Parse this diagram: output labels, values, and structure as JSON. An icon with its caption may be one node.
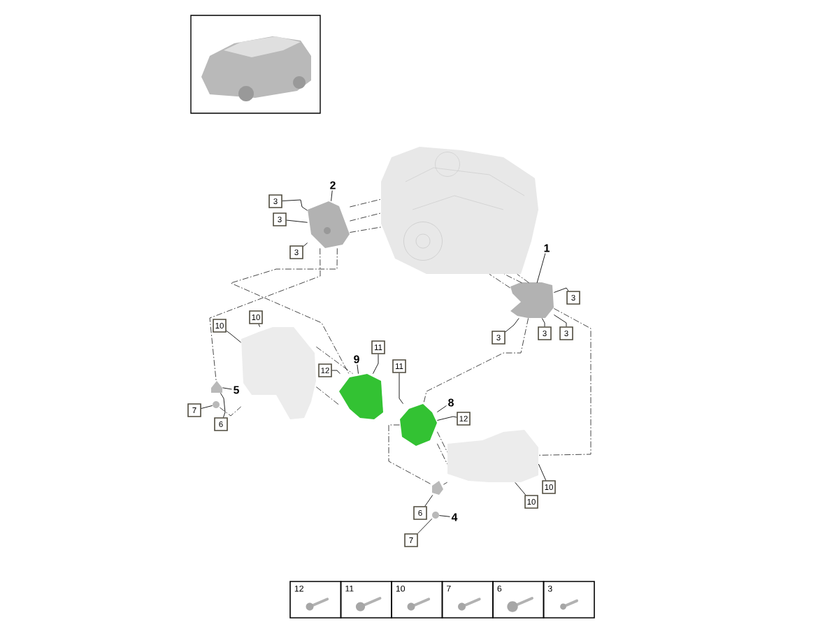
{
  "diagram": {
    "nodes": [
      {
        "text": [
          "2"
        ]
      },
      {
        "text": [
          "3"
        ]
      },
      {
        "text": [
          "3"
        ]
      },
      {
        "text": [
          "3"
        ]
      },
      {
        "text": [
          "1"
        ]
      },
      {
        "text": [
          "3"
        ]
      },
      {
        "text": [
          "3"
        ]
      },
      {
        "text": [
          "3"
        ]
      },
      {
        "text": [
          "3"
        ]
      },
      {
        "text": [
          "10"
        ]
      },
      {
        "text": [
          "10"
        ]
      },
      {
        "text": [
          "9"
        ]
      },
      {
        "text": [
          "11"
        ]
      },
      {
        "text": [
          "12"
        ]
      },
      {
        "text": [
          "5"
        ]
      },
      {
        "text": [
          "7"
        ]
      },
      {
        "text": [
          "6"
        ]
      },
      {
        "text": [
          "11"
        ]
      },
      {
        "text": [
          "8"
        ]
      },
      {
        "text": [
          "12"
        ]
      },
      {
        "text": [
          "10"
        ]
      },
      {
        "text": [
          "10"
        ]
      },
      {
        "text": [
          "6"
        ]
      },
      {
        "text": [
          "4"
        ]
      },
      {
        "text": [
          "7"
        ]
      },
      {
        "text": [],
        "shape": "picture"
      },
      {
        "text": [],
        "shape": "picture"
      },
      {
        "text": [],
        "shape": "picture"
      },
      {
        "text": [],
        "shape": "picture"
      },
      {
        "text": [],
        "shape": "picture"
      },
      {
        "text": [],
        "shape": "picture"
      },
      {
        "text": [],
        "shape": "picture"
      },
      {
        "text": [],
        "shape": "picture"
      },
      {
        "text": [],
        "shape": "picture"
      },
      {
        "text": [],
        "shape": "picture"
      },
      {
        "text": [],
        "shape": "picture"
      }
    ],
    "edges": [
      {
        "from": 0,
        "to": 26,
        "arrow": "none"
      },
      {
        "from": 1,
        "to": 26,
        "arrow": "none"
      },
      {
        "from": 2,
        "to": 26,
        "arrow": "none"
      },
      {
        "from": 3,
        "to": 26,
        "arrow": "none"
      },
      {
        "from": 4,
        "to": 27,
        "arrow": "none"
      },
      {
        "from": 5,
        "to": 27,
        "arrow": "none"
      },
      {
        "from": 6,
        "to": 27,
        "arrow": "none"
      },
      {
        "from": 7,
        "to": 27,
        "arrow": "none"
      },
      {
        "from": 8,
        "to": 27,
        "arrow": "none"
      },
      {
        "from": 9,
        "to": 28,
        "arrow": "none"
      },
      {
        "from": 10,
        "to": 28,
        "arrow": "none"
      },
      {
        "from": 11,
        "to": 30,
        "arrow": "none"
      },
      {
        "from": 12,
        "to": 30,
        "arrow": "none"
      },
      {
        "from": 13,
        "to": 30,
        "arrow": "none"
      },
      {
        "from": 14,
        "to": 32,
        "arrow": "none"
      },
      {
        "from": 15,
        "to": 33,
        "arrow": "none"
      },
      {
        "from": 16,
        "to": 32,
        "arrow": "none"
      },
      {
        "from": 17,
        "to": 31,
        "arrow": "none"
      },
      {
        "from": 18,
        "to": 31,
        "arrow": "none"
      },
      {
        "from": 19,
        "to": 31,
        "arrow": "none"
      },
      {
        "from": 20,
        "to": 29,
        "arrow": "none"
      },
      {
        "from": 21,
        "to": 29,
        "arrow": "none"
      },
      {
        "from": 22,
        "to": 34,
        "arrow": "none"
      },
      {
        "from": 23,
        "to": 35,
        "arrow": "none"
      },
      {
        "from": 24,
        "to": 35,
        "arrow": "none"
      },
      {
        "from": 26,
        "to": 25,
        "arrow": "none",
        "style": "dashed"
      },
      {
        "from": 26,
        "to": 25,
        "arrow": "none",
        "style": "dashed"
      },
      {
        "from": 26,
        "to": 25,
        "arrow": "none",
        "style": "dashed"
      },
      {
        "from": 26,
        "to": 30,
        "arrow": "none",
        "style": "dashed"
      },
      {
        "from": 26,
        "to": 32,
        "arrow": "none",
        "style": "dashed"
      },
      {
        "from": 28,
        "to": 30,
        "arrow": "none",
        "style": "dashed"
      },
      {
        "from": 28,
        "to": 30,
        "arrow": "none",
        "style": "dashed"
      },
      {
        "from": 33,
        "to": 28,
        "arrow": "none",
        "style": "dashed"
      },
      {
        "from": 27,
        "to": 31,
        "arrow": "none",
        "style": "dashed"
      },
      {
        "from": 27,
        "to": 29,
        "arrow": "none",
        "style": "dashed"
      },
      {
        "from": 31,
        "to": 29,
        "arrow": "none",
        "style": "dashed"
      },
      {
        "from": 31,
        "to": 29,
        "arrow": "none",
        "style": "dashed"
      },
      {
        "from": 31,
        "to": 34,
        "arrow": "none",
        "style": "dashed"
      },
      {
        "from": 34,
        "to": 29,
        "arrow": "none",
        "style": "dashed"
      },
      {
        "from": 27,
        "to": 25,
        "arrow": "none",
        "style": "dashed"
      },
      {
        "from": 27,
        "to": 25,
        "arrow": "none",
        "style": "dashed"
      },
      {
        "from": 27,
        "to": 25,
        "arrow": "none",
        "style": "dashed"
      }
    ],
    "labels": [
      "12",
      "11",
      "10",
      "7",
      "6",
      "3"
    ]
  }
}
